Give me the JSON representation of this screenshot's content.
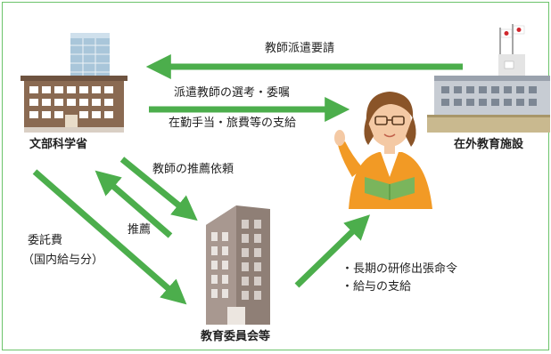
{
  "nodes": {
    "ministry": "文部科学省",
    "overseas_facility": "在外教育施設",
    "board_of_education": "教育委員会等"
  },
  "edges": {
    "dispatch_request": "教師派遣要請",
    "selection_commission": "派遣教師の選考・委嘱",
    "allowance_payment": "在勤手当・旅費等の支給",
    "recommendation_request": "教師の推薦依頼",
    "recommendation": "推薦",
    "commission_fee_line1": "委託費",
    "commission_fee_line2": "（国内給与分）",
    "order_line1": "・長期の研修出張命令",
    "order_line2": "・給与の支給"
  },
  "colors": {
    "arrow": "#4cae4c",
    "frame": "#6cc36a"
  }
}
